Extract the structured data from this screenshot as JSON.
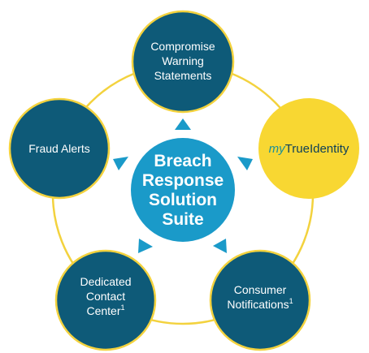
{
  "colors": {
    "node_fill": "#0e5a78",
    "hub_fill": "#1a9ac9",
    "arrow_fill": "#1a9ac9",
    "ring_stroke": "#f3d23e",
    "brand_fill": "#f8d732",
    "brand_my": "#1a8f98",
    "brand_rest": "#0d3f58",
    "white": "#ffffff"
  },
  "hub": {
    "lines": [
      "Breach",
      "Response",
      "Solution",
      "Suite"
    ]
  },
  "nodes": {
    "compromise": {
      "lines": [
        "Compromise",
        "Warning",
        "Statements"
      ]
    },
    "brand": {
      "prefix": "my",
      "name": "TrueIdentity"
    },
    "consumer": {
      "line1": "Consumer",
      "line2": "Notifications",
      "sup": "1"
    },
    "contact": {
      "line1": "Dedicated",
      "line2": "Contact",
      "line3": "Center",
      "sup": "1"
    },
    "fraud": {
      "lines": [
        "Fraud Alerts"
      ]
    }
  },
  "icons": {
    "arrows": [
      "triangle-arrow-icon",
      "triangle-arrow-icon",
      "triangle-arrow-icon",
      "triangle-arrow-icon",
      "triangle-arrow-icon"
    ]
  }
}
